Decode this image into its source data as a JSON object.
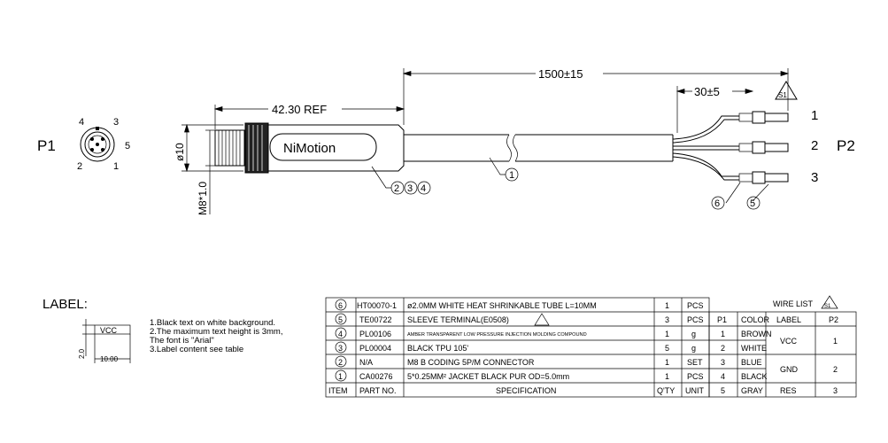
{
  "connectors": {
    "p1_label": "P1",
    "p2_label": "P2"
  },
  "pins": [
    "1",
    "2",
    "3",
    "4",
    "5"
  ],
  "dimensions": {
    "total_length": "1500±15",
    "strip_length": "30±5",
    "head_length": "42.30 REF",
    "diameter": "ø10",
    "thread": "M8*1.0"
  },
  "brand": "NiMotion",
  "callouts": {
    "cable": "1",
    "body": "234",
    "terminal": "6",
    "sleeve": "5"
  },
  "revision": "S1",
  "wire_ends": [
    "1",
    "2",
    "3"
  ],
  "label_section": {
    "title": "LABEL:",
    "example": "VCC",
    "dim_height": "2.0",
    "dim_width": "10.00",
    "notes": [
      "1.Black text on white background.",
      "2.The maximum text height is 3mm,",
      "The font is \"Arial\"",
      "3.Label content see table"
    ]
  },
  "bom": {
    "headers": [
      "ITEM",
      "PART NO.",
      "SPECIFICATION",
      "Q'TY",
      "UNIT"
    ],
    "rows": [
      {
        "item": "6",
        "part": "HT00070-1",
        "spec": "ø2.0MM WHITE HEAT SHRINKABLE TUBE L=10MM",
        "qty": "1",
        "unit": "PCS"
      },
      {
        "item": "5",
        "part": "TE00722",
        "spec": "SLEEVE TERMINAL(E0508)",
        "qty": "3",
        "unit": "PCS"
      },
      {
        "item": "4",
        "part": "PL00106",
        "spec": "AMBER TRANSPARENT LOW PRESSURE INJECTION MOLDING COMPOUND",
        "qty": "1",
        "unit": "g"
      },
      {
        "item": "3",
        "part": "PL00004",
        "spec": "BLACK TPU 105'",
        "qty": "5",
        "unit": "g"
      },
      {
        "item": "2",
        "part": "N/A",
        "spec": "M8 B CODING 5P/M CONNECTOR",
        "qty": "1",
        "unit": "SET"
      },
      {
        "item": "1",
        "part": "CA00276",
        "spec": "5*0.25MM² JACKET BLACK PUR OD=5.0mm",
        "qty": "1",
        "unit": "PCS"
      }
    ]
  },
  "wire_list": {
    "title": "WIRE LIST",
    "headers": [
      "P1",
      "COLOR",
      "LABEL",
      "P2"
    ],
    "rows": [
      {
        "p1": "1",
        "color": "BROWN"
      },
      {
        "p1": "2",
        "color": "WHITE"
      },
      {
        "p1": "3",
        "color": "BLUE"
      },
      {
        "p1": "4",
        "color": "BLACK"
      },
      {
        "p1": "5",
        "color": "GRAY"
      }
    ],
    "labels": [
      {
        "label": "VCC",
        "p2": "1"
      },
      {
        "label": "GND",
        "p2": "2"
      },
      {
        "label": "RES",
        "p2": "3"
      }
    ]
  }
}
